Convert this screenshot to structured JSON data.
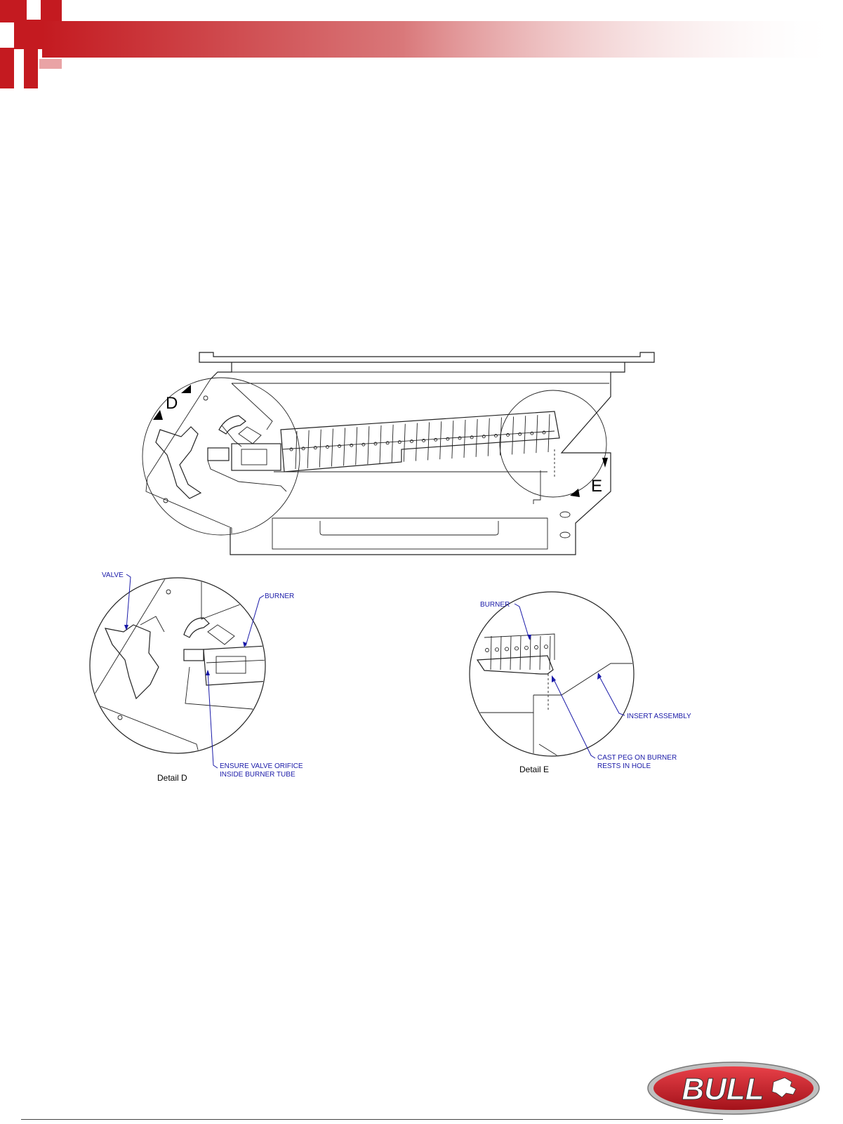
{
  "colors": {
    "brand_red": "#c41a20",
    "callout_blue": "#1a1aa8",
    "line": "#222222"
  },
  "main_view": {
    "detail_d_marker": "D",
    "detail_e_marker": "E"
  },
  "detail_d": {
    "caption": "Detail D",
    "callouts": {
      "valve": "VALVE",
      "burner": "BURNER",
      "orifice_line1": "ENSURE VALVE ORIFICE",
      "orifice_line2": "INSIDE BURNER TUBE"
    }
  },
  "detail_e": {
    "caption": "Detail E",
    "callouts": {
      "burner": "BURNER",
      "insert": "INSERT ASSEMBLY",
      "peg_line1": "CAST PEG ON BURNER",
      "peg_line2": "RESTS IN HOLE"
    }
  },
  "logo": {
    "text": "BULL"
  }
}
